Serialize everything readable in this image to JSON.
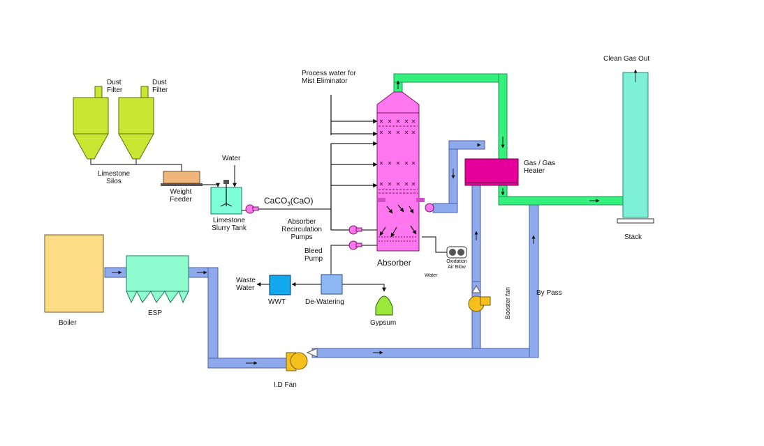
{
  "labels": {
    "dust_filter_1_line1": "Dust",
    "dust_filter_1_line2": "Filter",
    "dust_filter_2_line1": "Dust",
    "dust_filter_2_line2": "Filter",
    "limestone_silos_line1": "Limestone",
    "limestone_silos_line2": "Silos",
    "weight_feeder_line1": "Weight",
    "weight_feeder_line2": "Feeder",
    "water": "Water",
    "limestone_slurry_tank_line1": "Limestone",
    "limestone_slurry_tank_line2": "Slurry Tank",
    "caco3_prefix": "CaCO",
    "caco3_sub": "3",
    "caco3_suffix": "(CaO)",
    "process_water_line1": "Process water for",
    "process_water_line2": "Mist Eliminator",
    "absorber_recirc_line1": "Absorber",
    "absorber_recirc_line2": "Recirculation",
    "absorber_recirc_line3": "Pumps",
    "bleed_pump_line1": "Bleed",
    "bleed_pump_line2": "Pump",
    "absorber": "Absorber",
    "oxidation_air_line1": "Oxidation",
    "oxidation_air_line2": "Air Blow",
    "water_small": "Water",
    "waste_water_line1": "Waste",
    "waste_water_line2": "Water",
    "wwt": "WWT",
    "de_watering": "De-Watering",
    "gypsum": "Gypsum",
    "boiler": "Boiler",
    "esp": "ESP",
    "id_fan": "I.D Fan",
    "booster_fan": "Booster fan",
    "by_pass": "By Pass",
    "gas_gas_heater_line1": "Gas / Gas",
    "gas_gas_heater_line2": "Heater",
    "clean_gas_out": "Clean Gas Out",
    "stack": "Stack"
  },
  "colors": {
    "silo": "#c8e632",
    "feeder": "#f0b57a",
    "tank": "#7dffd8",
    "absorber": "#ff77ee",
    "heater": "#e6009a",
    "stack": "#7ff0d8",
    "boiler": "#fddc86",
    "esp": "#8ffcd0",
    "duct": "#8ea9ec",
    "clean_duct": "#35f07c",
    "wwt": "#11a8ee",
    "dewater": "#8eb8f2",
    "gypsum": "#9be83a",
    "fan": "#f5c01c"
  }
}
